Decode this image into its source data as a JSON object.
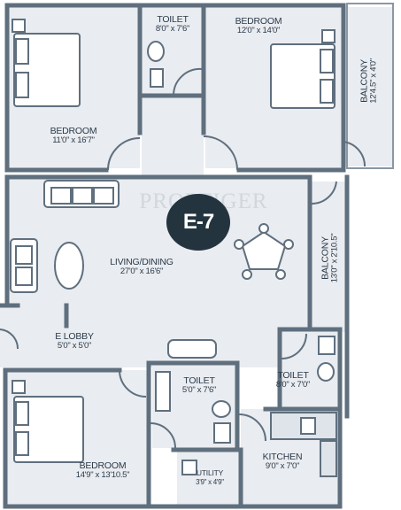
{
  "watermark": "PROPTIGER",
  "unit_code": "E-7",
  "rooms": {
    "bedroom_top_left": {
      "name": "BEDROOM",
      "dims": "11'0\" x 16'7\""
    },
    "toilet_top": {
      "name": "TOILET",
      "dims": "8'0\" x 7'6\""
    },
    "bedroom_top_right": {
      "name": "BEDROOM",
      "dims": "12'0\" x 14'0\""
    },
    "balcony_top_right": {
      "name": "BALCONY",
      "dims": "12'4.5\" x 4'0\""
    },
    "living_dining": {
      "name": "LIVING/DINING",
      "dims": "27'0\" x 16'6\""
    },
    "balcony_right": {
      "name": "BALCONY",
      "dims": "13'0\" x 2'10.5\""
    },
    "e_lobby": {
      "name": "E LOBBY",
      "dims": "5'0\" x 5'0\""
    },
    "toilet_right": {
      "name": "TOILET",
      "dims": "8'0\" x 7'0\""
    },
    "toilet_middle": {
      "name": "TOILET",
      "dims": "5'0\" x 7'6\""
    },
    "bedroom_bottom_left": {
      "name": "BEDROOM",
      "dims": "14'9\" x 13'10.5\""
    },
    "kitchen": {
      "name": "KITCHEN",
      "dims": "9'0\" x 7'0\""
    },
    "utility": {
      "name": "UTILITY",
      "dims": "3'9\" x 4'9\""
    }
  },
  "colors": {
    "wall": "#5f6f7e",
    "fill": "#e9ecf0",
    "badge": "#23343f",
    "text": "#2b3a4a"
  }
}
